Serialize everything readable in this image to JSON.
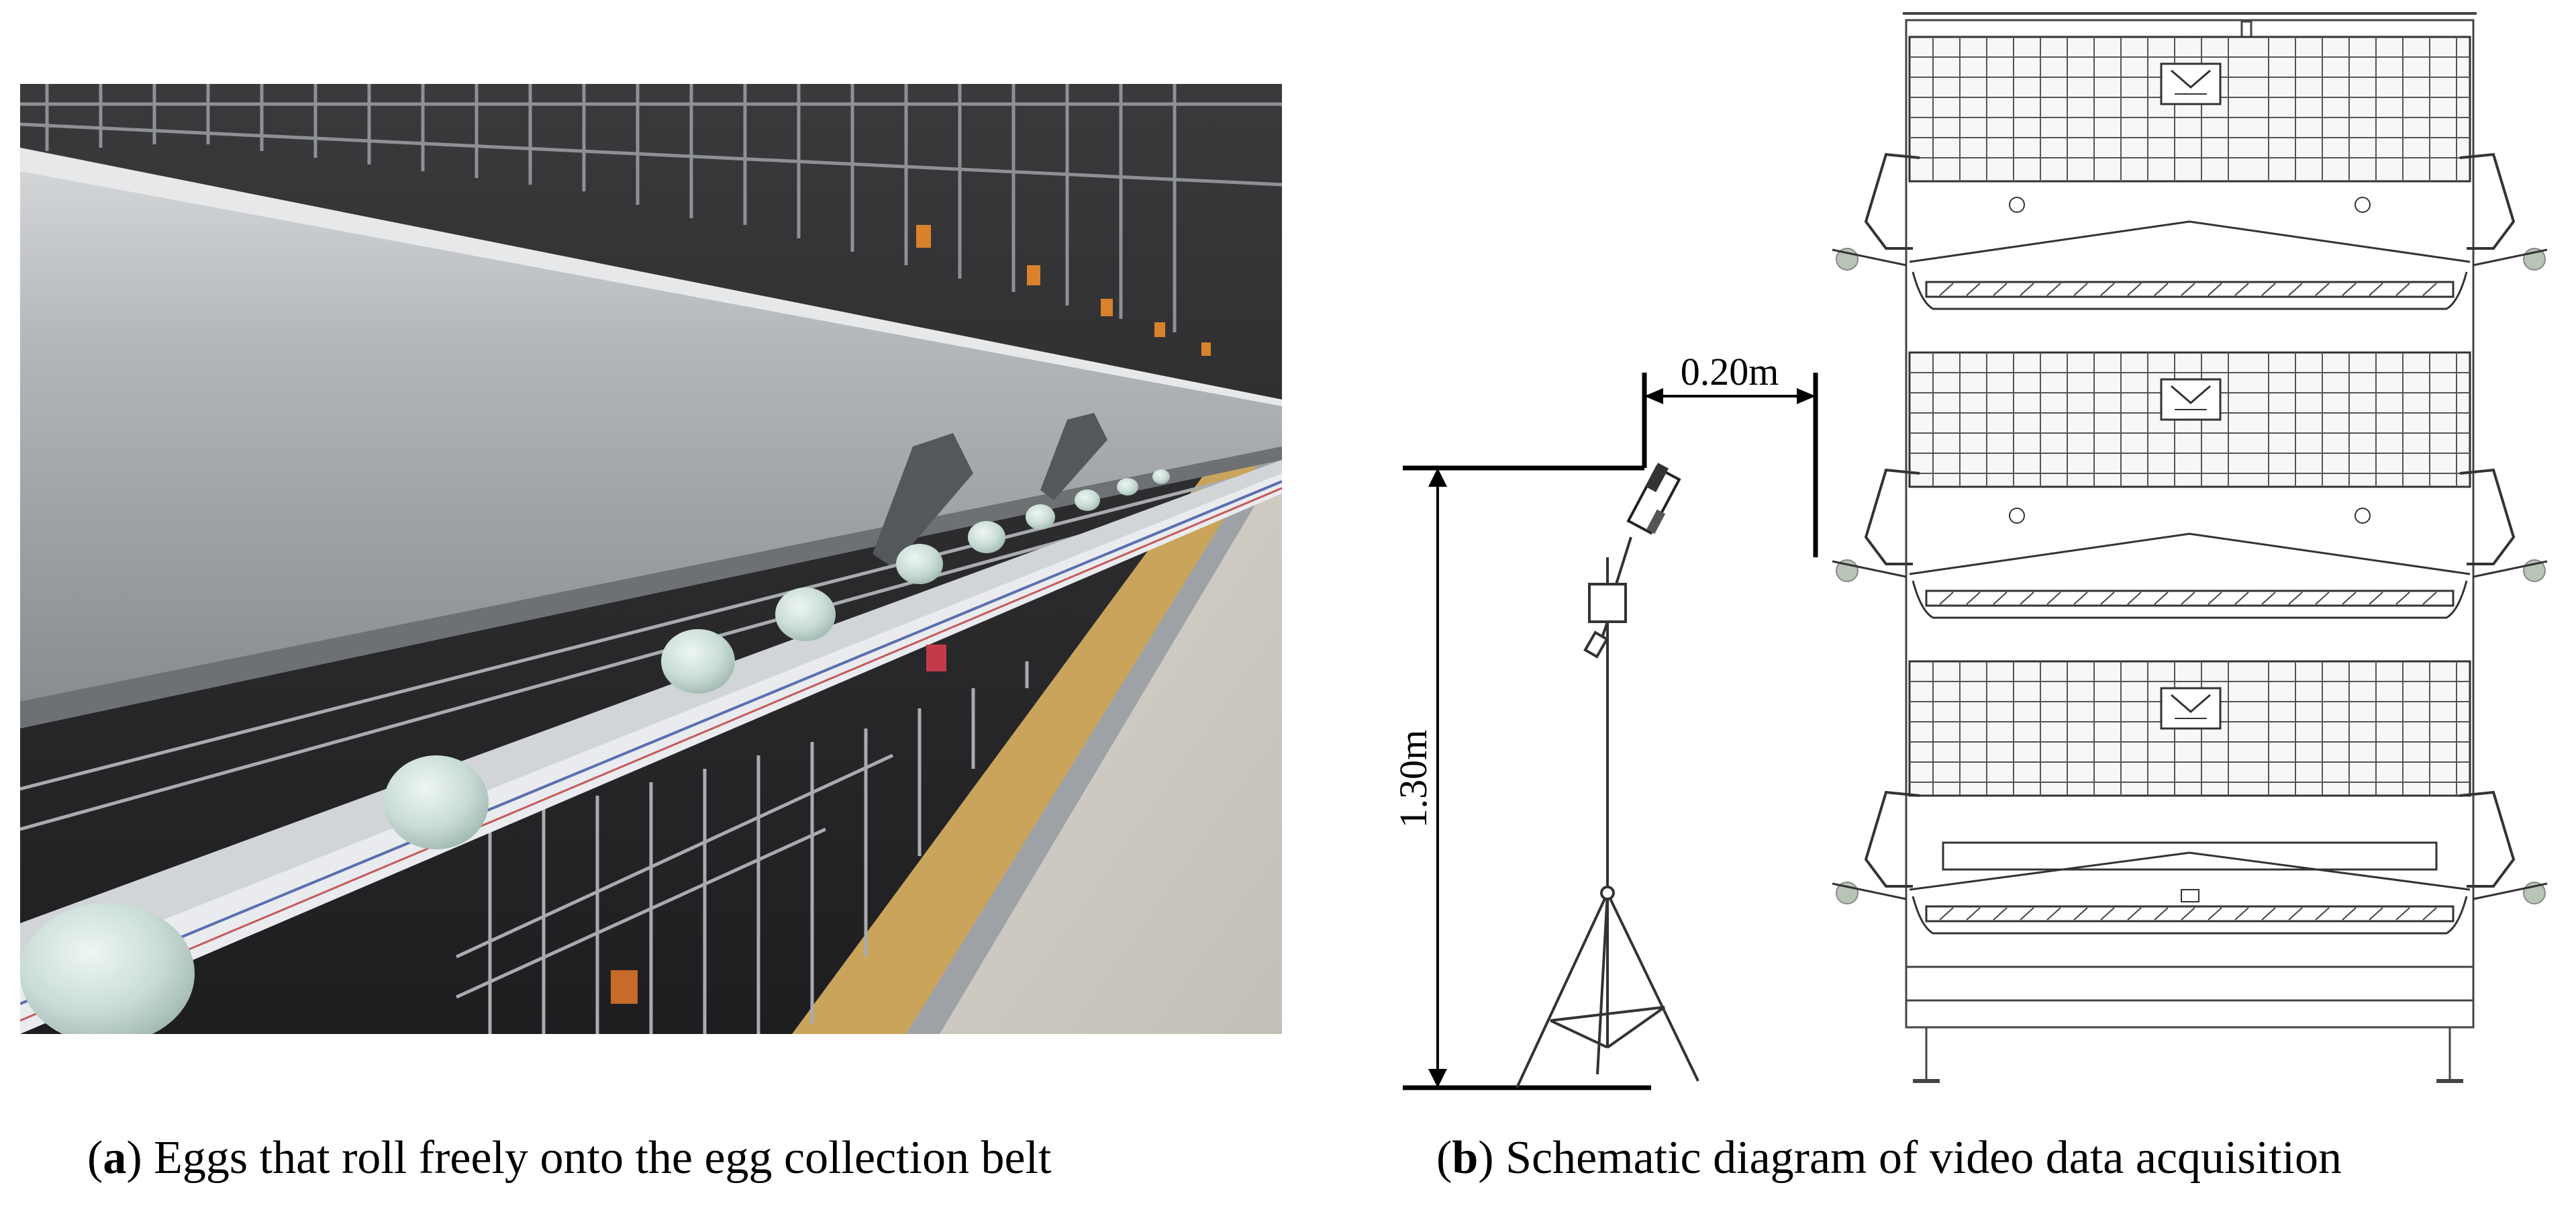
{
  "panel_a": {
    "caption_paren_open": "(",
    "caption_letter": "a",
    "caption_paren_close": ")",
    "caption_text": " Eggs that roll freely onto the egg collection belt"
  },
  "panel_b": {
    "caption_paren_open": "(",
    "caption_letter": "b",
    "caption_paren_close": ")",
    "caption_text": " Schematic diagram of video data acquisition",
    "dimension_horizontal": "0.20m",
    "dimension_vertical": "1.30m"
  }
}
